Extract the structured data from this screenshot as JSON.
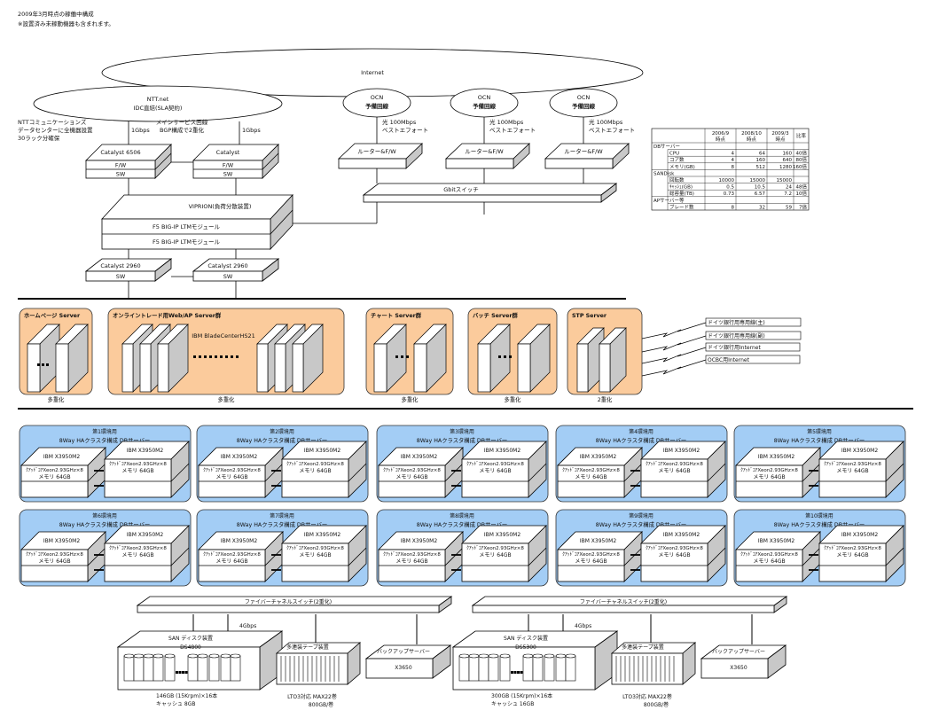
{
  "header": {
    "line1": "2009年3月時点の稼働中構成",
    "line2": "※設置済み未稼動機器も含まれます。"
  },
  "network": {
    "internet": "Internet",
    "ntt_name": "NTT.net",
    "ntt_sub": "IDC直結(SLA契約)",
    "dc_note": [
      "NTTコミュニケーションズ",
      "データセンターに全機器設置",
      "30ラック分確保"
    ],
    "main_line": [
      "メインサービス回線",
      "BGP構成で2重化"
    ],
    "uplink_speed": "1Gbps",
    "ocn": [
      {
        "name": "OCN",
        "sub": "予備回線",
        "speed": "光  100Mbps",
        "type": "ベストエフォート",
        "router": "ルーター&F/W"
      },
      {
        "name": "OCN",
        "sub": "予備回線",
        "speed": "光  100Mbps",
        "type": "ベストエフォート",
        "router": "ルーター&F/W"
      },
      {
        "name": "OCN",
        "sub": "予備回線",
        "speed": "光  100Mbps",
        "type": "ベストエフォート",
        "router": "ルーター&F/W"
      }
    ],
    "gbit_switch": "Gbitスイッチ",
    "core": [
      {
        "name": "Catalyst 6506",
        "row1": "F/W",
        "row2": "SW"
      },
      {
        "name": "Catalyst",
        "row1": "F/W",
        "row2": "SW"
      }
    ],
    "viprion": {
      "name": "VIPRION(負荷分散装置)",
      "row1": "F5 BIG-IP  LTMモジュール",
      "row2": "F5 BIG-IP  LTMモジュール"
    },
    "access": [
      {
        "name": "Catalyst 2960",
        "row1": "SW"
      },
      {
        "name": "Catalyst 2960",
        "row1": "SW"
      }
    ]
  },
  "comparison_table": {
    "headers": [
      "2006/9\n時点",
      "2008/10\n時点",
      "2009/3\n時点",
      "比率"
    ],
    "sections": [
      {
        "name": "DBサーバー",
        "rows": [
          {
            "label": "CPU",
            "values": [
              "4",
              "64",
              "160",
              "40倍"
            ]
          },
          {
            "label": "コア数",
            "values": [
              "4",
              "160",
              "640",
              "80倍"
            ]
          },
          {
            "label": "メモリ(GB)",
            "values": [
              "8",
              "512",
              "1280",
              "160倍"
            ]
          }
        ]
      },
      {
        "name": "SANDisk",
        "rows": [
          {
            "label": "回転数",
            "values": [
              "10000",
              "15000",
              "15000",
              ""
            ]
          },
          {
            "label": "ｷｬｯｼｭ(GB)",
            "values": [
              "0.5",
              "10.5",
              "24",
              "48倍"
            ]
          },
          {
            "label": "総容量(TB)",
            "values": [
              "0.73",
              "6.57",
              "7.2",
              "10倍"
            ]
          }
        ]
      },
      {
        "name": "APサーバー等",
        "rows": [
          {
            "label": "ブレード数",
            "values": [
              "8",
              "32",
              "59",
              "7倍"
            ]
          }
        ]
      }
    ]
  },
  "server_groups": [
    {
      "title": "ホームページ  Server",
      "footer": "多重化"
    },
    {
      "title": "オンライントレード用Web/AP  Server群",
      "subtitle": "IBM  BladeCenterHS21",
      "footer": "多重化"
    },
    {
      "title": "チャート  Server群",
      "footer": "多重化"
    },
    {
      "title": "バッチ  Server群",
      "footer": "多重化"
    },
    {
      "title": "STP  Server",
      "footer": "2重化"
    }
  ],
  "external_lines": [
    "ドイツ銀行用専用線(主)",
    "ドイツ銀行用専用線(副)",
    "ドイツ銀行用Internet",
    "OCBC用Internet"
  ],
  "db_groups": {
    "subtitle": "8Way  HAクラスタ構成  DBサーバー",
    "model": "IBM  X3950M2",
    "cpu": "ｸｱｯﾄﾞｺｱXeon2.93GHz×8",
    "memory": "メモリ  64GB",
    "titles": [
      "第1環境用",
      "第2環境用",
      "第3環境用",
      "第4環境用",
      "第5環境用",
      "第6環境用",
      "第7環境用",
      "第8環境用",
      "第9環境用",
      "第10環境用"
    ]
  },
  "storage": [
    {
      "fc_switch": "ファイバーチャネルスイッチ(2重化)",
      "link": "4Gbps",
      "san_name": "SAN  ディスク装置",
      "san_model": "DS4800",
      "disk_spec": "146GB (15Krpm)×16本",
      "cache": "キャッシュ  8GB",
      "tape": "多連装テープ装置",
      "tape_spec1": "LTO3対応 MAX22巻",
      "tape_spec2": "800GB/巻",
      "backup": "バックアップサーバー",
      "backup_model": "X3650"
    },
    {
      "fc_switch": "ファイバーチャネルスイッチ(2重化)",
      "link": "4Gbps",
      "san_name": "SAN  ディスク装置",
      "san_model": "DS5300",
      "disk_spec": "300GB (15Krpm)×16本",
      "cache": "キャッシュ  16GB",
      "tape": "多連装テープ装置",
      "tape_spec1": "LTO3対応 MAX22巻",
      "tape_spec2": "800GB/巻",
      "backup": "バックアップサーバー",
      "backup_model": "X3650"
    }
  ],
  "colors": {
    "server_bg": "#fbcb9c",
    "db_bg": "#a3cdf5",
    "side": "#c8c8c8",
    "line": "#000000"
  }
}
